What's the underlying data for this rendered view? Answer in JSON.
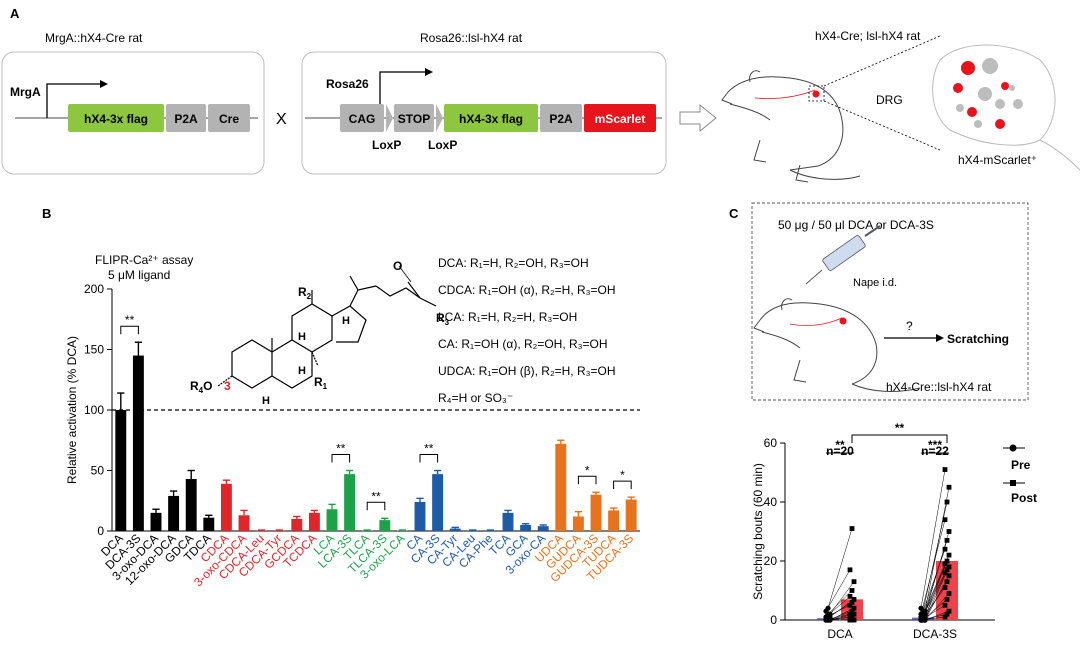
{
  "panel_labels": {
    "a": "A",
    "b": "B",
    "c": "C"
  },
  "panel_a": {
    "rat1": {
      "title": "MrgA::hX4-Cre rat",
      "promoter": "MrgA",
      "boxes": [
        "hX4-3x flag",
        "P2A",
        "Cre"
      ]
    },
    "cross_symbol": "X",
    "rat2": {
      "title": "Rosa26::lsl-hX4 rat",
      "promoter": "Rosa26",
      "boxes": [
        "CAG",
        "STOP",
        "hX4-3x flag",
        "P2A",
        "mScarlet"
      ],
      "loxp": [
        "LoxP",
        "LoxP"
      ]
    },
    "result_title": "hX4-Cre; lsl-hX4 rat",
    "drg_label": "DRG",
    "cells_label": "hX4-mScarlet⁺"
  },
  "panel_b": {
    "assay_line1": "FLIPR-Ca²⁺ assay",
    "assay_line2": "5 μM ligand",
    "structure_labels": {
      "r2": "R",
      "r2_sub": "2",
      "r3": "R",
      "r3_sub": "3",
      "r1": "R",
      "r1_sub": "1",
      "r4o": "R",
      "r4o_sub": "4",
      "r4o_tail": "O",
      "pos3": "3",
      "h": "H",
      "o": "O"
    },
    "legend": [
      {
        "text": "DCA: R₁=H, R₂=OH, R₃=OH",
        "color": "#000000"
      },
      {
        "text": "CDCA: R₁=OH (α), R₂=H, R₃=OH",
        "color": "#e0262b"
      },
      {
        "text": "LCA: R₁=H, R₂=H, R₃=OH",
        "color": "#1fa14a"
      },
      {
        "text": "CA: R₁=OH (α), R₂=OH, R₃=OH",
        "color": "#2b3a9c"
      },
      {
        "text": "UDCA: R₁=OH (β), R₂=H, R₃=OH",
        "color": "#e8731e"
      },
      {
        "text": "R₄=H or SO₃⁻",
        "color": "#e61ec8"
      }
    ]
  },
  "panel_c": {
    "dose_label": "50 μg / 50 μl DCA or DCA-3S",
    "injection_label": "Nape i.d.",
    "question_mark": "?",
    "outcome_label": "Scratching",
    "rat_label": "hX4-Cre::lsl-hX4 rat"
  },
  "colors": {
    "black": "#000000",
    "red": "#e0262b",
    "green": "#1fa14a",
    "blue": "#1f5aa6",
    "orange": "#e8731e",
    "pre_bar": "#4a4ab0",
    "post_bar": "#f0424a"
  },
  "chart_data": [
    {
      "type": "bar",
      "ylabel": "Relative activation (% DCA)",
      "ylim": [
        0,
        200
      ],
      "yticks": [
        0,
        50,
        100,
        150,
        200
      ],
      "reference_line": 100,
      "categories": [
        "DCA",
        "DCA-3S",
        "3-oxo-DCA",
        "12-oxo-DCA",
        "GDCA",
        "TDCA",
        "CDCA",
        "3-oxo-CDCA",
        "CDCA-Leu",
        "CDCA-Tyr",
        "GCDCA",
        "TCDCA",
        "LCA",
        "LCA-3S",
        "TLCA",
        "TLCA-3S",
        "3-oxo-LCA",
        "CA",
        "CA-3S",
        "CA-Tyr",
        "CA-Leu",
        "CA-Phe",
        "TCA",
        "GCA",
        "3-oxo-CA",
        "UDCA",
        "GUDCA",
        "GUDCA-3S",
        "TUDCA",
        "TUDCA-3S"
      ],
      "values": [
        100,
        145,
        15,
        29,
        43,
        11,
        39,
        13,
        0.5,
        0.5,
        10,
        15,
        18,
        47,
        0.5,
        9,
        0.5,
        24,
        47,
        2,
        0.5,
        0.5,
        15,
        5,
        4,
        72,
        12,
        30,
        17,
        26
      ],
      "errors": [
        14,
        11,
        3,
        4,
        7,
        2,
        3,
        4,
        0.3,
        0.3,
        2,
        2,
        4,
        3,
        0.3,
        1.5,
        0.3,
        3,
        3,
        1,
        0.3,
        0.3,
        2,
        1,
        1,
        3,
        4,
        2,
        2,
        2
      ],
      "groups": [
        "black",
        "black",
        "black",
        "black",
        "black",
        "black",
        "red",
        "red",
        "red",
        "red",
        "red",
        "red",
        "green",
        "green",
        "green",
        "green",
        "green",
        "blue",
        "blue",
        "blue",
        "blue",
        "blue",
        "blue",
        "blue",
        "blue",
        "orange",
        "orange",
        "orange",
        "orange",
        "orange"
      ],
      "significance": [
        {
          "from": "DCA",
          "to": "DCA-3S",
          "label": "**"
        },
        {
          "from": "LCA",
          "to": "LCA-3S",
          "label": "**"
        },
        {
          "from": "TLCA",
          "to": "TLCA-3S",
          "label": "**"
        },
        {
          "from": "CA",
          "to": "CA-3S",
          "label": "**"
        },
        {
          "from": "GUDCA",
          "to": "GUDCA-3S",
          "label": "*"
        },
        {
          "from": "TUDCA",
          "to": "TUDCA-3S",
          "label": "*"
        }
      ]
    },
    {
      "type": "bar",
      "ylabel": "Scratching bouts (60 min)",
      "ylim": [
        0,
        60
      ],
      "yticks": [
        0,
        20,
        40,
        60
      ],
      "categories": [
        "DCA",
        "DCA-3S"
      ],
      "series": [
        {
          "name": "Pre",
          "values": [
            0.6,
            0.8
          ]
        },
        {
          "name": "Post",
          "values": [
            7,
            20
          ]
        }
      ],
      "group_n": [
        "n=20",
        "n=22"
      ],
      "significance": [
        {
          "between": "Pre-Post DCA",
          "label": "**"
        },
        {
          "between": "Pre-Post DCA-3S",
          "label": "***"
        },
        {
          "between": "Post DCA vs Post DCA-3S",
          "label": "**"
        }
      ],
      "points": {
        "DCA": {
          "pre": [
            0,
            0,
            0,
            0,
            0,
            0,
            0,
            0,
            0,
            0,
            0,
            0,
            1,
            1,
            1,
            1,
            2,
            2,
            3,
            4
          ],
          "post": [
            0,
            0,
            0,
            0,
            0,
            0,
            1,
            1,
            2,
            2,
            3,
            4,
            5,
            6,
            7,
            8,
            10,
            13,
            17,
            31
          ]
        },
        "DCA-3S": {
          "pre": [
            0,
            0,
            0,
            0,
            0,
            0,
            0,
            0,
            0,
            0,
            0,
            0,
            0,
            1,
            1,
            1,
            1,
            2,
            2,
            3,
            3,
            4
          ],
          "post": [
            1,
            2,
            3,
            5,
            7,
            9,
            11,
            13,
            15,
            16,
            17,
            18,
            19,
            20,
            22,
            24,
            27,
            30,
            34,
            40,
            45,
            51
          ]
        }
      }
    }
  ]
}
